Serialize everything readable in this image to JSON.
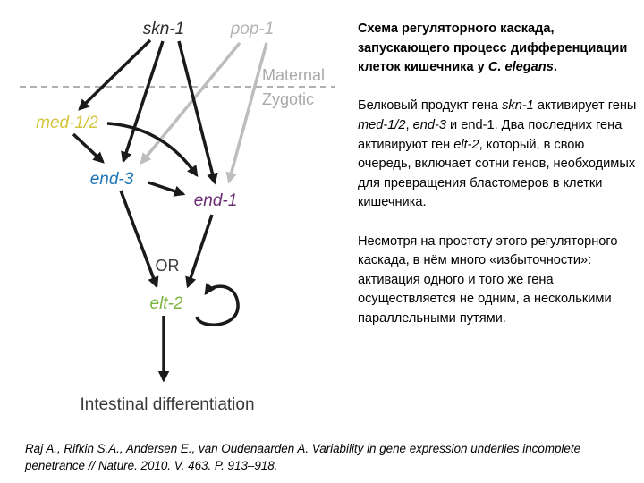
{
  "colors": {
    "skn": "#2b2b2b",
    "pop": "#b3b3b3",
    "med": "#d4c53a",
    "end3": "#1f74b4",
    "end1": "#6a2c73",
    "elt2": "#7ab33e",
    "arrow_dark": "#1a1a1a",
    "arrow_gray": "#bdbdbd",
    "label_gray": "#a9a9a9",
    "text_dark": "#3a3a3a"
  },
  "diagram": {
    "skn1": "skn-1",
    "pop1": "pop-1",
    "maternal": "Maternal",
    "zygotic": "Zygotic",
    "med12": "med-1/2",
    "end3": "end-3",
    "end1": "end-1",
    "or": "OR",
    "elt2": "elt-2",
    "outcome": "Intestinal differentiation"
  },
  "panel": {
    "title_a": "Схема регуляторного каскада, запускающего процесс дифференциации клеток кишечника у ",
    "title_b": "C. elegans",
    "title_c": ".",
    "p1_a": "Белковый продукт гена ",
    "p1_skn": "skn-1",
    "p1_b": " активирует гены ",
    "p1_med": "med-1/2",
    "p1_c": ", ",
    "p1_end3": "end-3",
    "p1_d": " и end-1. Два последних гена активируют ген ",
    "p1_elt2": "elt-2",
    "p1_e": ", который, в свою очередь, включает сотни генов, необходимых для превращения бластомеров в клетки кишечника.",
    "p2": "Несмотря на простоту этого регуляторного каскада, в нём много «избыточности»: активация одного и того же гена осуществляется не одним, а несколькими параллельными путями."
  },
  "citation": "Raj A., Rifkin S.A., Andersen E., van Oudenaarden A. Variability in gene expression underlies incomplete penetrance // Nature. 2010. V. 463. P. 913–918."
}
